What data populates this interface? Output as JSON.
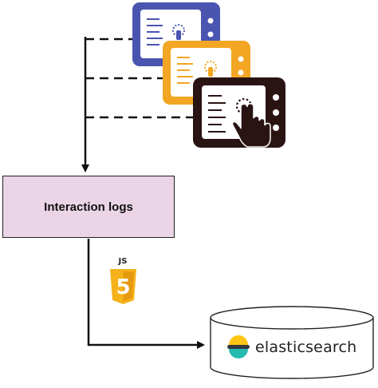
{
  "diagram": {
    "box_label": "Interaction logs",
    "js_badge_text": "JS",
    "js_shield_digit": "5",
    "database_label": "elasticsearch",
    "screens": [
      {
        "frame_color": "#4a55b0"
      },
      {
        "frame_color": "#f2a623"
      },
      {
        "frame_color": "#2a1413"
      }
    ],
    "colors": {
      "box_fill": "#ead4e6",
      "shield": "#f5b21b",
      "shield_dark": "#e69a0f",
      "elastic_yellow": "#fec514",
      "elastic_teal": "#24bbb1",
      "elastic_dark": "#343741"
    }
  }
}
